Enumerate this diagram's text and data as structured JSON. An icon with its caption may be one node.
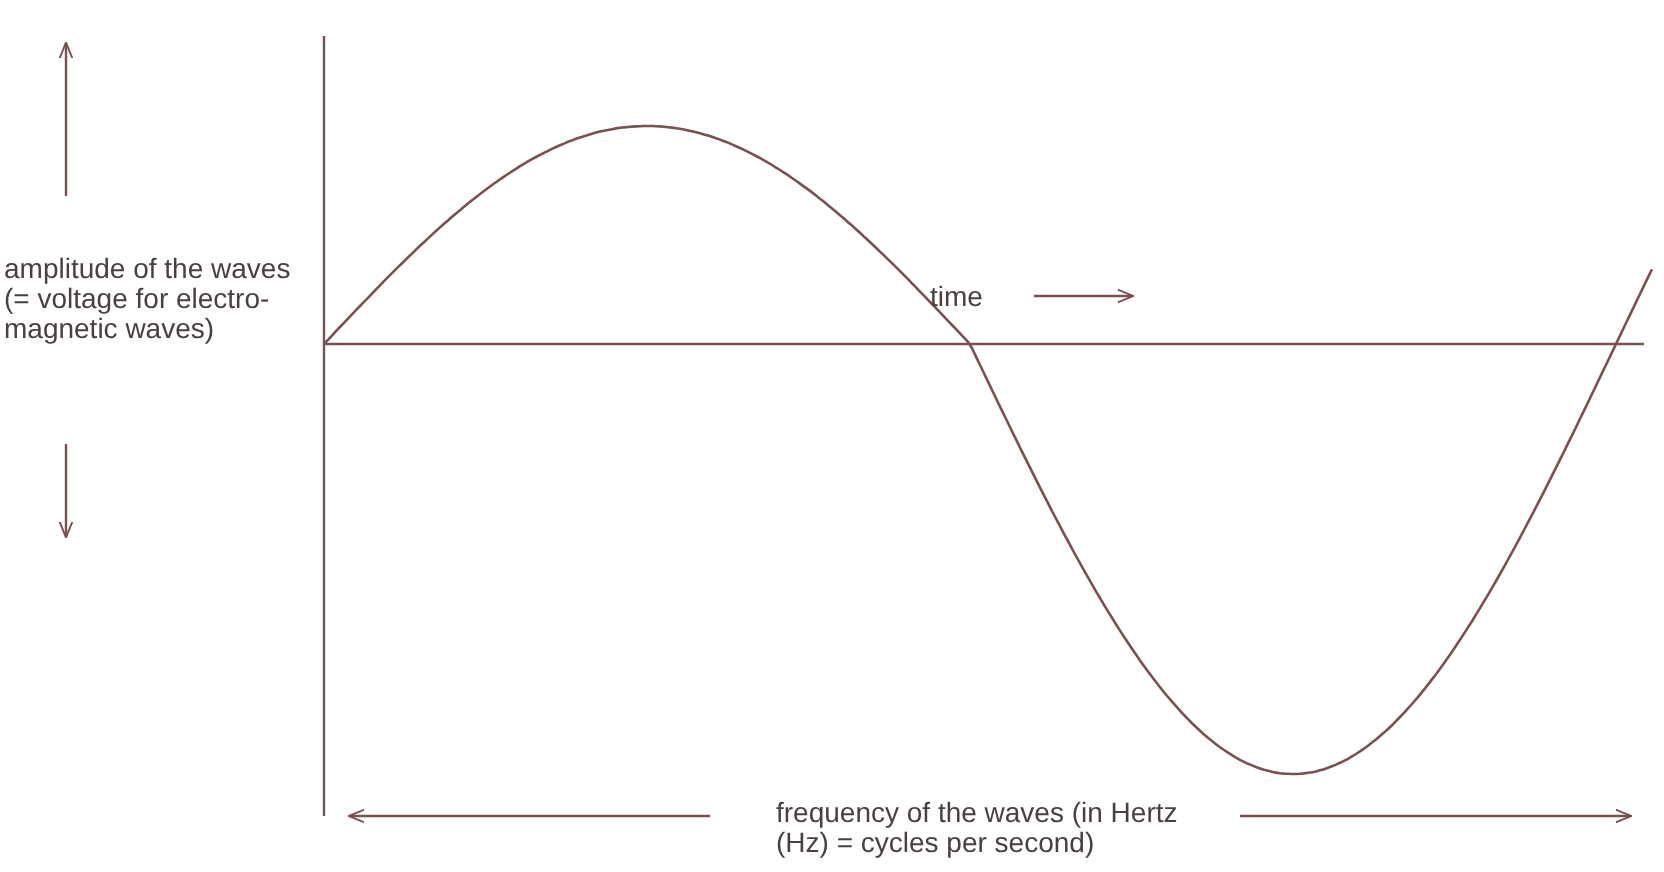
{
  "diagram": {
    "labels": [
      "amplitude of the waves (= voltage for electro-magnetic waves)",
      "time",
      "frequency of the waves (in Hertz (Hz) = cycles per second)"
    ]
  }
}
